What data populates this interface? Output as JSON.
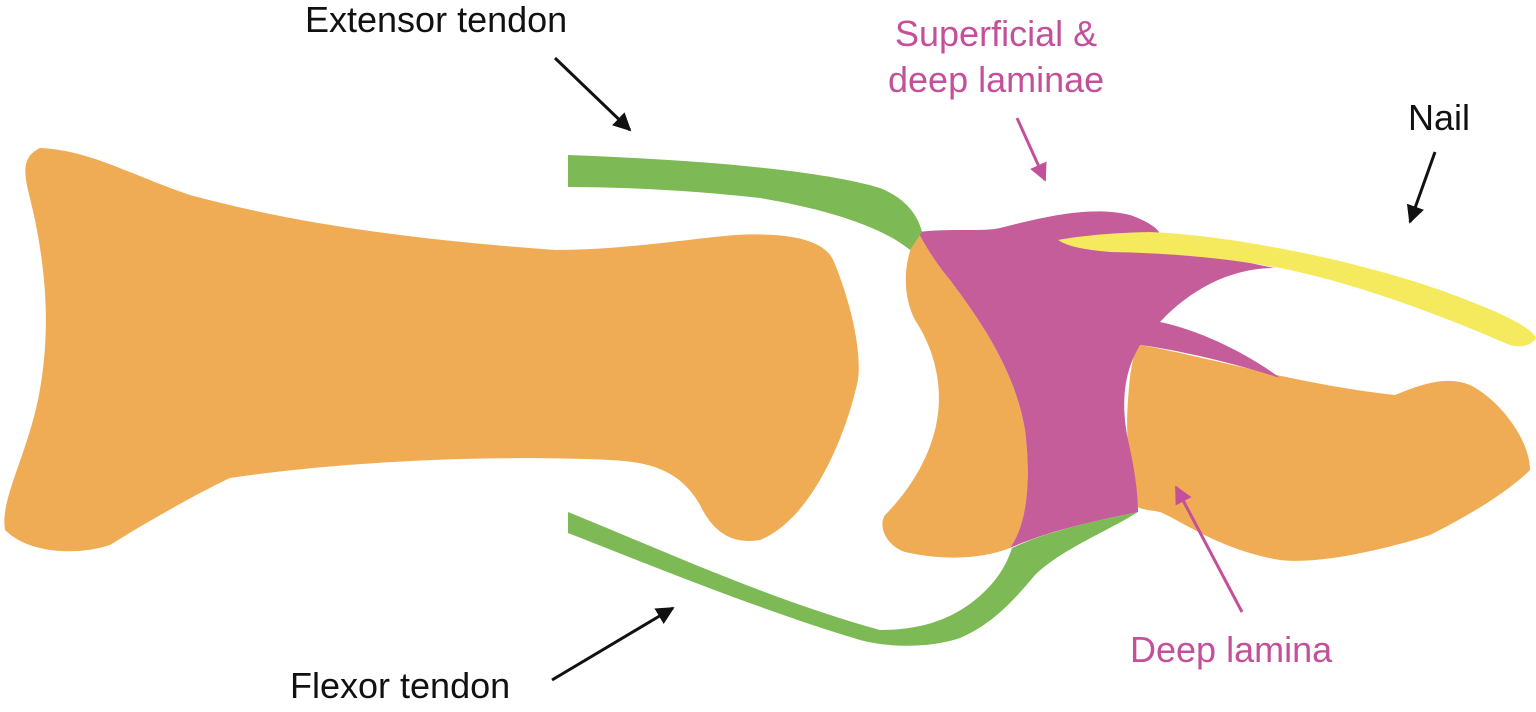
{
  "labels": {
    "extensor_tendon": "Extensor tendon",
    "superficial_line1": "Superficial &",
    "superficial_line2": "deep laminae",
    "nail": "Nail",
    "flexor_tendon": "Flexor tendon",
    "deep_lamina": "Deep lamina"
  },
  "colors": {
    "bone": "#F0AC55",
    "tendon": "#7DBA55",
    "lamina": "#C45D9A",
    "nail": "#F5EA5E",
    "black_label": "#111111",
    "magenta_label": "#C4509A"
  }
}
